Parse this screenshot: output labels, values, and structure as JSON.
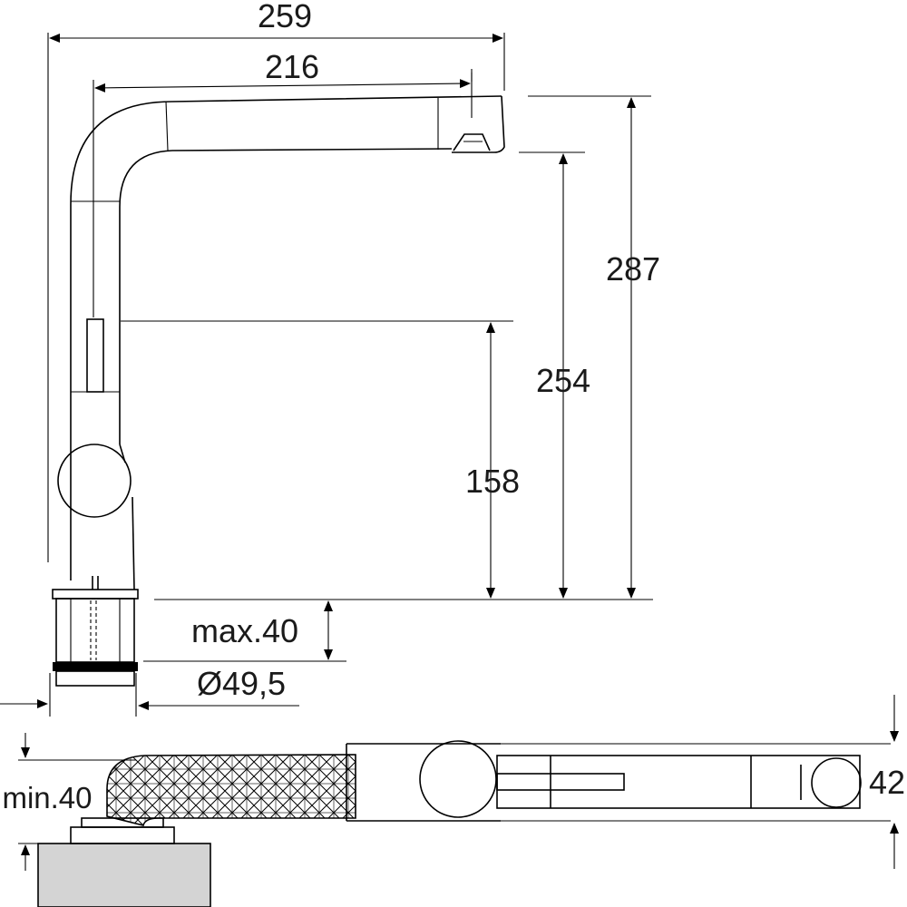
{
  "dimensions": {
    "overall_reach": "259",
    "spout_reach": "216",
    "total_height": "287",
    "spout_clearance": "254",
    "lever_height": "158",
    "max_deck_thickness": "max.40",
    "hole_diameter": "Ø49,5",
    "min_clearance": "min.40",
    "body_diameter": "42"
  },
  "colors": {
    "line": "#000000",
    "gasket": "#000000",
    "counter": "#d4d4d4",
    "background": "#ffffff"
  }
}
